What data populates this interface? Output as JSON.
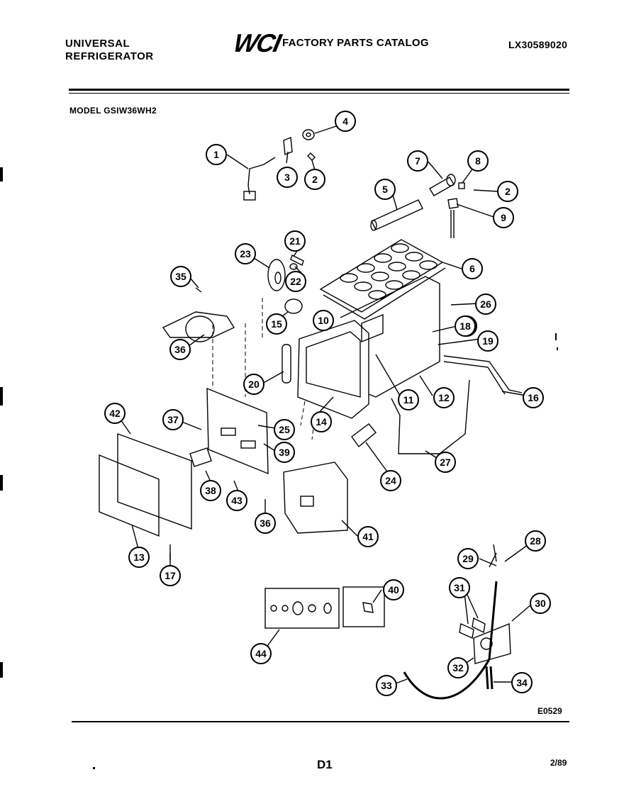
{
  "header": {
    "brand_line1": "UNIVERSAL",
    "brand_line2": "REFRIGERATOR",
    "logo": "WCI",
    "catalog_title": "FACTORY PARTS CATALOG",
    "catalog_number": "LX30589020"
  },
  "model_label": "MODEL GSIW36WH2",
  "diagram_code": "E0529",
  "page_number": "D1",
  "date": "2/89",
  "callouts": [
    "1",
    "2",
    "3",
    "4",
    "5",
    "6",
    "7",
    "8",
    "2",
    "9",
    "10",
    "11",
    "12",
    "13",
    "14",
    "15",
    "16",
    "16",
    "17",
    "18",
    "19",
    "20",
    "21",
    "22",
    "23",
    "24",
    "25",
    "26",
    "27",
    "28",
    "29",
    "30",
    "31",
    "32",
    "33",
    "34",
    "35",
    "36",
    "36",
    "37",
    "38",
    "39",
    "40",
    "41",
    "42",
    "43",
    "44"
  ]
}
